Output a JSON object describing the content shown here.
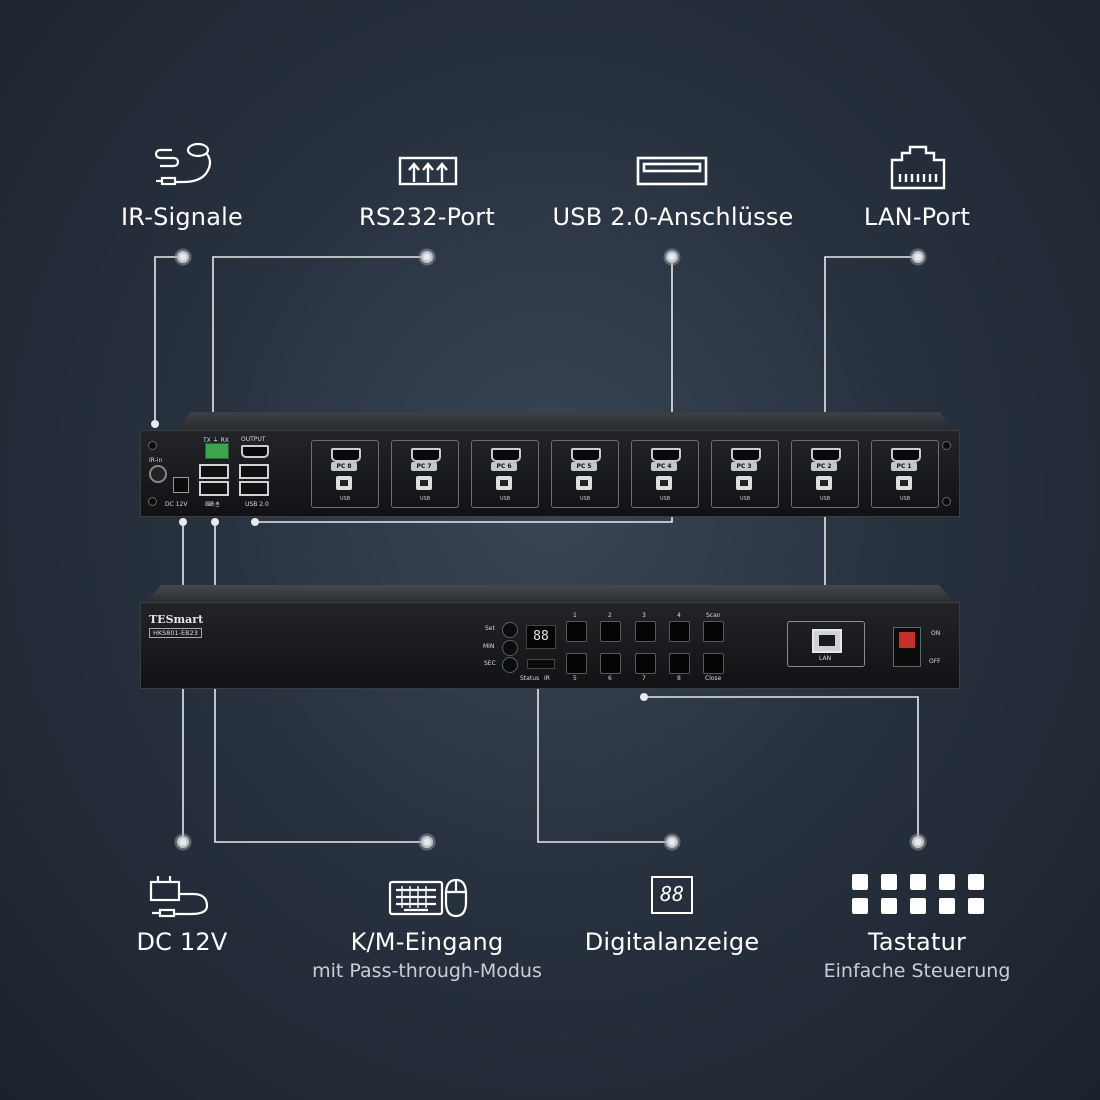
{
  "callouts": {
    "ir": {
      "label": "IR-Signale",
      "icon": "ir-cable-icon"
    },
    "rs232": {
      "label": "RS232-Port",
      "icon": "rs232-connector-icon"
    },
    "usb": {
      "label": "USB 2.0-Anschlüsse",
      "icon": "usb-port-icon"
    },
    "lan": {
      "label": "LAN-Port",
      "icon": "ethernet-port-icon"
    },
    "dc": {
      "label": "DC 12V",
      "icon": "power-adapter-icon"
    },
    "km": {
      "label": "K/M-Eingang",
      "sublabel": "mit Pass-through-Modus",
      "icon": "keyboard-mouse-icon"
    },
    "display": {
      "label": "Digitalanzeige",
      "icon": "seven-segment-icon",
      "icon_text": "88"
    },
    "keypad": {
      "label": "Tastatur",
      "sublabel": "Einfache Steuerung",
      "icon": "keypad-icon"
    }
  },
  "rear_panel": {
    "ir_in": "IR-in",
    "dc": "DC 12V",
    "rs232": "TX ⏚ RX",
    "output": "OUTPUT",
    "usb20": "USB 2.0",
    "km_symbol": "⌨ 🖱",
    "pcs": [
      {
        "label": "PC 8",
        "usb": "USB"
      },
      {
        "label": "PC 7",
        "usb": "USB"
      },
      {
        "label": "PC 6",
        "usb": "USB"
      },
      {
        "label": "PC 5",
        "usb": "USB"
      },
      {
        "label": "PC 4",
        "usb": "USB"
      },
      {
        "label": "PC 3",
        "usb": "USB"
      },
      {
        "label": "PC 2",
        "usb": "USB"
      },
      {
        "label": "PC 1",
        "usb": "USB"
      }
    ]
  },
  "front_panel": {
    "brand": "TESmart",
    "model": "HKS801-EB23",
    "set": "Set",
    "min": "MIN",
    "sec": "SEC",
    "display_value": "88",
    "status": "Status",
    "ir": "IR",
    "top_keys": [
      "1",
      "2",
      "3",
      "4",
      "Scan"
    ],
    "bottom_keys": [
      "5",
      "6",
      "7",
      "8",
      "Close"
    ],
    "lan": "LAN",
    "on": "ON",
    "off": "OFF"
  },
  "colors": {
    "accent_line": "#e6e8eb",
    "background": "#28323f"
  }
}
